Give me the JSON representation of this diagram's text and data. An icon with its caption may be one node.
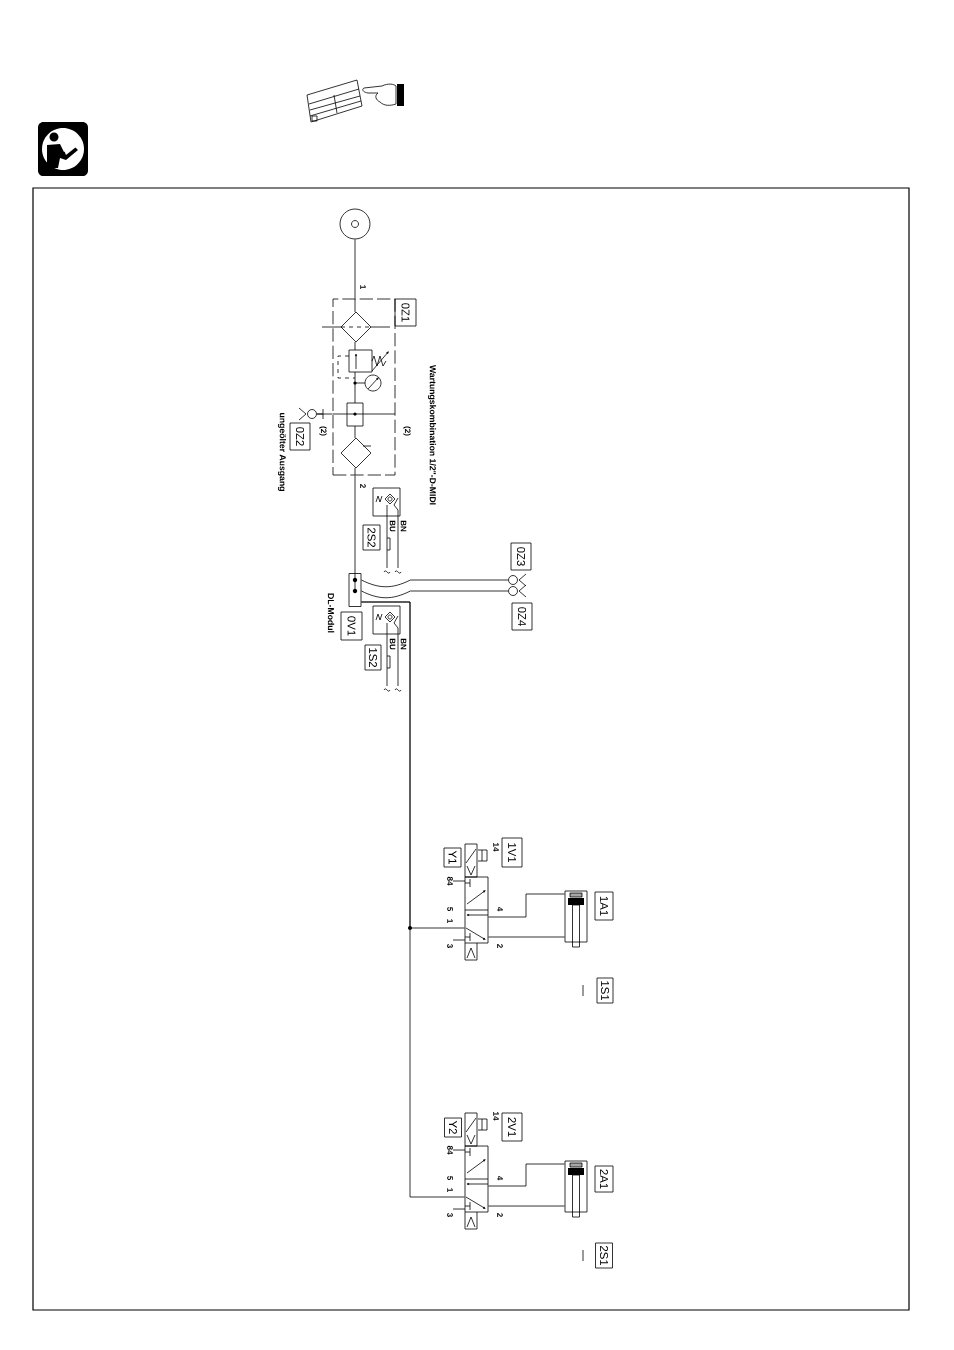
{
  "diagram": {
    "nodes": [
      {
        "text": [],
        "shape": "circle"
      },
      {
        "text": [],
        "shape": "box",
        "beside": [
          "Wartungskombination 1/2\"-D-MIDI"
        ]
      },
      {
        "text": [
          "0Z1"
        ]
      },
      {
        "text": [],
        "shape": "circle"
      },
      {
        "text": [
          "0Z2"
        ]
      },
      {
        "text": [
          "2S2"
        ]
      },
      {
        "text": [
          "0Z3"
        ]
      },
      {
        "text": [],
        "shape": "circle"
      },
      {
        "text": [],
        "shape": "circle"
      },
      {
        "text": [],
        "shape": "box"
      },
      {
        "text": [
          "0V1"
        ]
      },
      {
        "text": [
          "0Z4"
        ]
      },
      {
        "text": [
          "1S2"
        ]
      },
      {
        "text": [
          "1V1"
        ]
      },
      {
        "text": [
          "Y1"
        ]
      },
      {
        "text": [],
        "shape": "box"
      },
      {
        "text": [],
        "shape": "cylinder"
      },
      {
        "text": [
          "1A1"
        ]
      },
      {
        "text": [
          "1S1"
        ]
      },
      {
        "text": [
          "2V1"
        ]
      },
      {
        "text": [
          "Y2"
        ]
      },
      {
        "text": [],
        "shape": "box"
      },
      {
        "text": [],
        "shape": "cylinder"
      },
      {
        "text": [
          "2A1"
        ]
      },
      {
        "text": [
          "2S1"
        ]
      }
    ],
    "edges": [
      {
        "from": 0,
        "to": 1,
        "arrow": "none"
      },
      {
        "from": 1,
        "to": 9,
        "arrow": "none"
      },
      {
        "from": 1,
        "to": 3,
        "arrow": "none"
      },
      {
        "from": 9,
        "to": 7,
        "arrow": "none"
      },
      {
        "from": 9,
        "to": 8,
        "arrow": "none"
      },
      {
        "from": 9,
        "to": 15,
        "arrow": "none"
      },
      {
        "from": 9,
        "to": 21,
        "arrow": "none"
      },
      {
        "from": 15,
        "to": 16,
        "arrow": "none"
      },
      {
        "from": 15,
        "to": 16,
        "arrow": "none"
      },
      {
        "from": 21,
        "to": 22,
        "arrow": "none"
      },
      {
        "from": 21,
        "to": 22,
        "arrow": "none"
      }
    ],
    "labels": [
      "1",
      "(2)",
      "(2)",
      "ungeölter Ausgang",
      "2",
      "BU",
      "BN",
      "BU",
      "BN",
      "14",
      "84",
      "5",
      "1",
      "3",
      "4",
      "2",
      "14",
      "84",
      "5",
      "1",
      "3",
      "4",
      "2",
      "DL-Modul"
    ]
  }
}
